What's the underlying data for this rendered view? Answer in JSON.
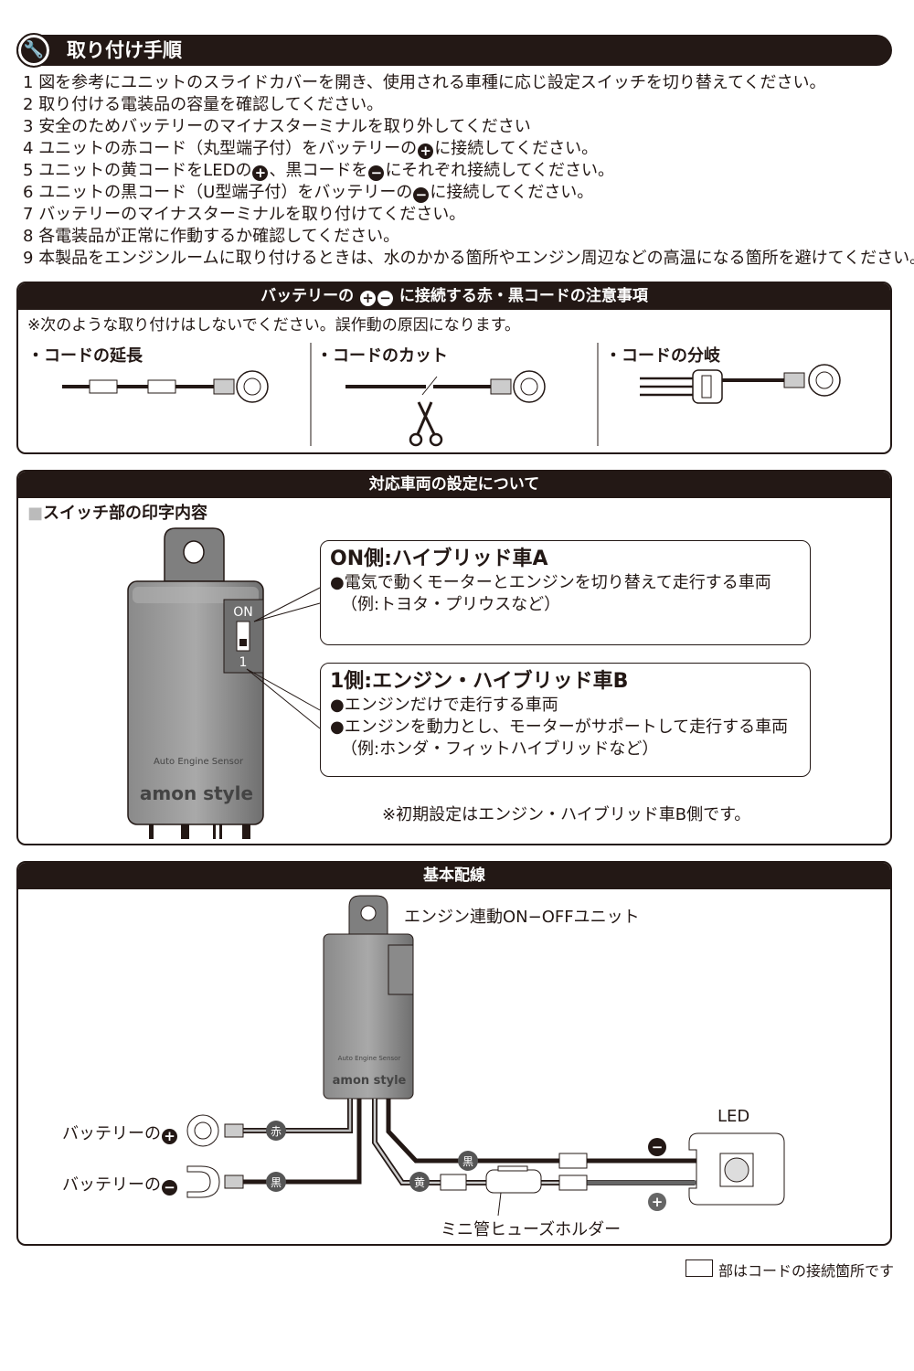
{
  "title": "取り付け手順",
  "steps": [
    {
      "num": "1",
      "text": "図を参考にユニットのスライドカバーを開き、使用される車種に応じ設定スイッチを切り替えてください。"
    },
    {
      "num": "2",
      "text": "取り付ける電装品の容量を確認してください。"
    },
    {
      "num": "3",
      "text": "安全のためバッテリーのマイナスターミナルを取り外してください"
    },
    {
      "num": "4",
      "a": "ユニットの赤コード（丸型端子付）をバッテリーの",
      "b": "に接続してください。"
    },
    {
      "num": "5",
      "a": "ユニットの黄コードをLEDの",
      "b": "、黒コードを",
      "c": "にそれぞれ接続してください。"
    },
    {
      "num": "6",
      "a": "ユニットの黒コード（U型端子付）をバッテリーの",
      "b": "に接続してください。"
    },
    {
      "num": "7",
      "text": "バッテリーのマイナスターミナルを取り付けてください。"
    },
    {
      "num": "8",
      "text": "各電装品が正常に作動するか確認してください。"
    },
    {
      "num": "9",
      "text": "本製品をエンジンルームに取り付けるときは、水のかかる箇所やエンジン周辺などの高温になる箇所を避けてください。"
    }
  ],
  "symbols": {
    "plus": "+",
    "minus": "−"
  },
  "caution": {
    "head_a": "バッテリーの",
    "head_b": "に接続する赤・黒コードの注意事項",
    "note": "※次のような取り付けはしないでください。誤作動の原因になります。",
    "items": [
      "・コードの延長",
      "・コードのカット",
      "・コードの分岐"
    ]
  },
  "setting": {
    "head": "対応車両の設定について",
    "subhead": "スイッチ部の印字内容",
    "device": {
      "on": "ON",
      "one": "1",
      "model": "Auto  Engine  Sensor",
      "brand": "amon style"
    },
    "a": {
      "title": "ON側:ハイブリッド車A",
      "lines": [
        "●電気で動くモーターとエンジンを切り替えて走行する車両",
        "（例:トヨタ・プリウスなど）"
      ]
    },
    "b": {
      "title": "1側:エンジン・ハイブリッド車B",
      "lines": [
        "●エンジンだけで走行する車両",
        "●エンジンを動力とし、モーターがサポートして走行する車両",
        "（例:ホンダ・フィットハイブリッドなど）"
      ]
    },
    "note": "※初期設定はエンジン・ハイブリッド車B側です。"
  },
  "wiring": {
    "head": "基本配線",
    "unit_label": "エンジン連動ON−OFFユニット",
    "model": "Auto  Engine  Sensor",
    "brand": "amon style",
    "battery_plus": "バッテリーの",
    "battery_minus": "バッテリーの",
    "red": "赤",
    "black": "黒",
    "yellow": "黄",
    "led": "LED",
    "fuse": "ミニ管ヒューズホルダー"
  },
  "footer": "部はコードの接続箇所です"
}
